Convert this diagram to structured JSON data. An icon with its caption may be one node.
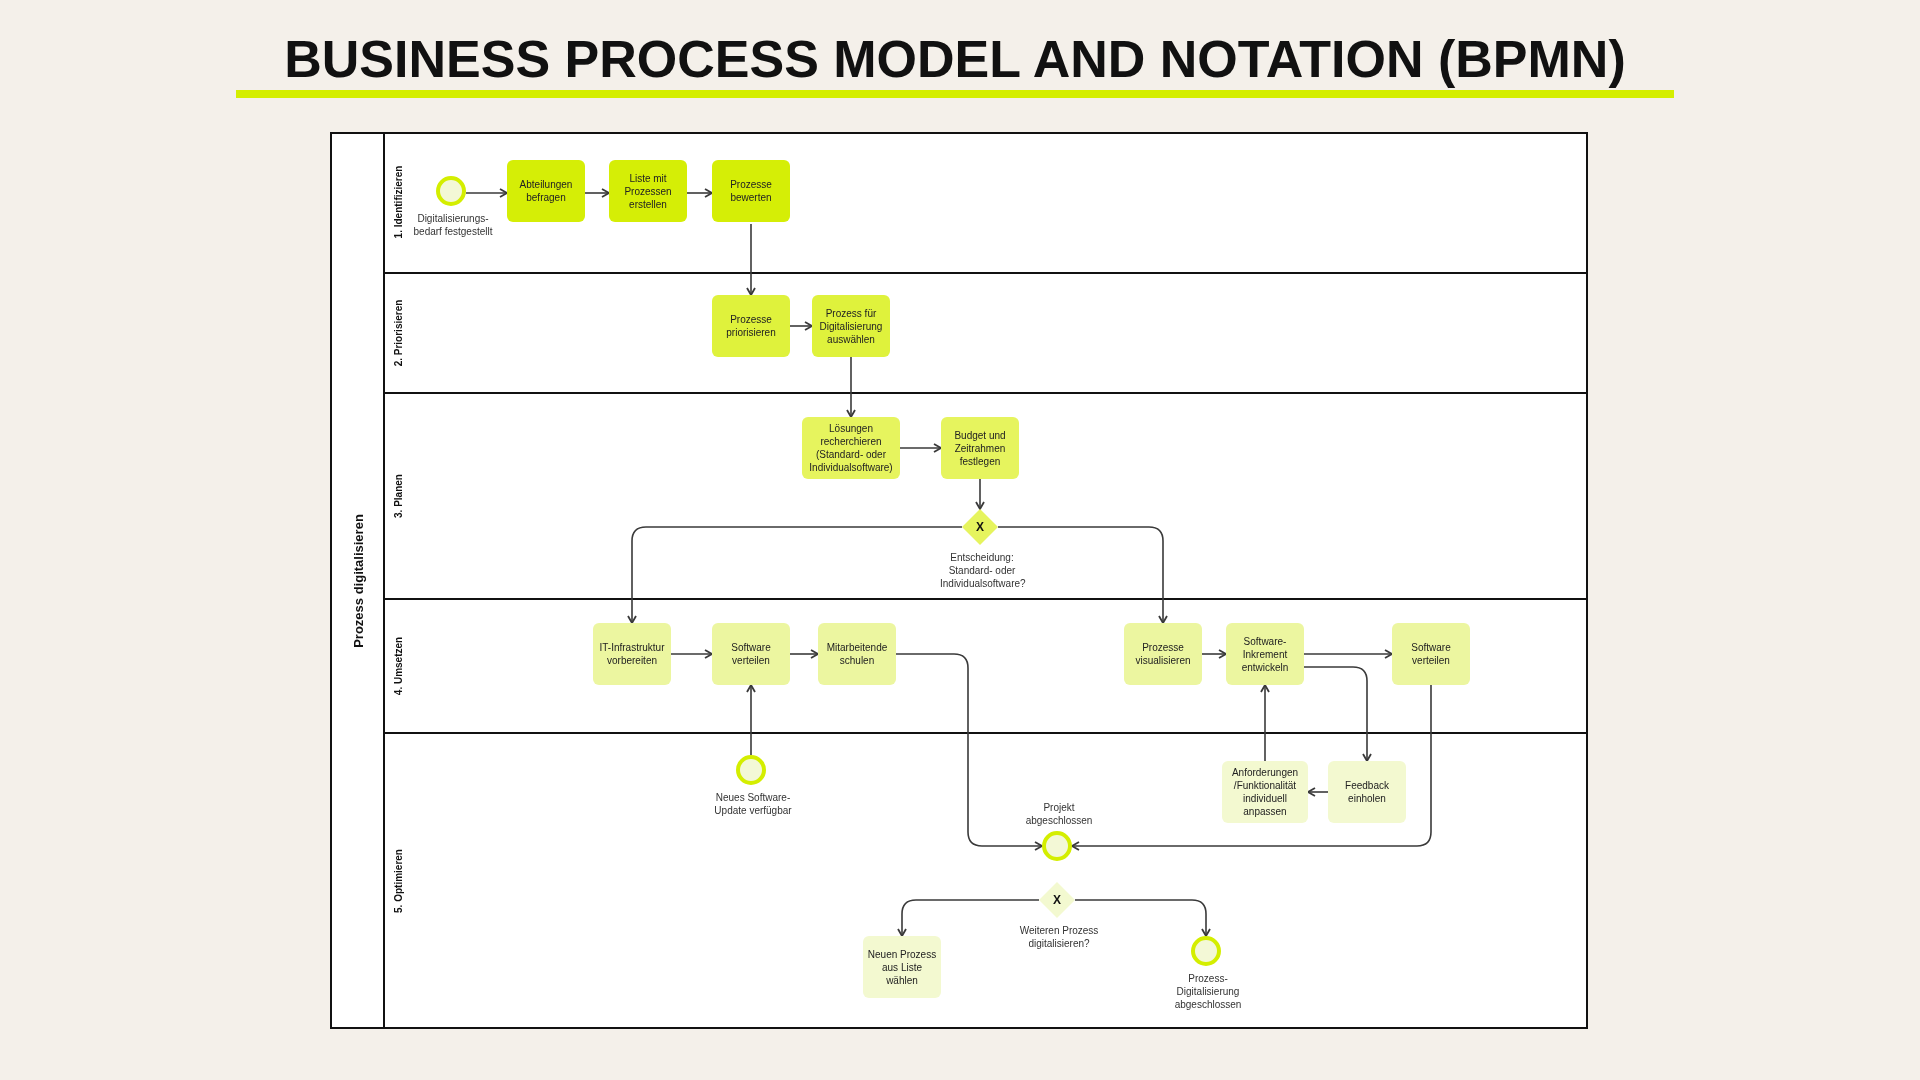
{
  "diagram": {
    "title": "BUSINESS PROCESS MODEL AND NOTATION (BPMN)",
    "nodes": [
      {
        "text": [
          "Prozess digitalisieren"
        ]
      },
      {
        "text": [
          "1. Identifizieren"
        ],
        "in": 0
      },
      {
        "text": [
          "2. Priorisieren"
        ],
        "in": 0
      },
      {
        "text": [
          "3. Planen"
        ],
        "in": 0
      },
      {
        "text": [
          "4. Umsetzen"
        ],
        "in": 0
      },
      {
        "text": [
          "5. Optimieren"
        ],
        "in": 0
      },
      {
        "text": [],
        "shape": "circle",
        "beside": [
          "Digitalisierungs- bedarf festgestellt"
        ],
        "in": 1
      },
      {
        "text": [
          "Abteilungen befragen"
        ],
        "in": 1
      },
      {
        "text": [
          "Liste mit Prozessen erstellen"
        ],
        "in": 1
      },
      {
        "text": [
          "Prozesse bewerten"
        ],
        "in": 1
      },
      {
        "text": [
          "Prozesse priorisieren"
        ],
        "in": 2
      },
      {
        "text": [
          "Prozess für Digitalisierung auswählen"
        ],
        "in": 2
      },
      {
        "text": [
          "Lösungen recherchieren (Standard- oder Individualsoftware)"
        ],
        "in": 3
      },
      {
        "text": [
          "Budget und Zeitrahmen festlegen"
        ],
        "in": 3
      },
      {
        "text": [
          "X"
        ],
        "beside": [
          "Entscheidung: Standard- oder Individualsoftware?"
        ],
        "in": 3
      },
      {
        "text": [
          "IT-Infrastruktur vorbereiten"
        ],
        "in": 4
      },
      {
        "text": [
          "Software verteilen"
        ],
        "in": 4
      },
      {
        "text": [
          "Mitarbeitende schulen"
        ],
        "in": 4
      },
      {
        "text": [
          "Prozesse visualisieren"
        ],
        "in": 4
      },
      {
        "text": [
          "Software- Inkrement entwickeln"
        ],
        "in": 4
      },
      {
        "text": [
          "Software verteilen"
        ],
        "in": 4
      },
      {
        "text": [],
        "shape": "circle",
        "beside": [
          "Neues Software- Update verfügbar"
        ],
        "in": 5
      },
      {
        "text": [
          "Anforderungen /Funktionalität individuell anpassen"
        ],
        "in": 5
      },
      {
        "text": [
          "Feedback einholen"
        ],
        "in": 5
      },
      {
        "text": [],
        "shape": "circle",
        "beside": [
          "Projekt abgeschlossen"
        ],
        "in": 5
      },
      {
        "text": [
          "X"
        ],
        "beside": [
          "Weiteren Prozess digitalisieren?"
        ],
        "in": 5
      },
      {
        "text": [
          "Neuen Prozess aus Liste wählen"
        ],
        "in": 5
      },
      {
        "text": [],
        "shape": "circle",
        "beside": [
          "Prozess- Digitalisierung abgeschlossen"
        ],
        "in": 5
      }
    ],
    "edges": [
      {
        "from": 6,
        "to": 7,
        "arrow": "to"
      },
      {
        "from": 7,
        "to": 8,
        "arrow": "to"
      },
      {
        "from": 8,
        "to": 9,
        "arrow": "to"
      },
      {
        "from": 9,
        "to": 10,
        "arrow": "to"
      },
      {
        "from": 10,
        "to": 11,
        "arrow": "to"
      },
      {
        "from": 11,
        "to": 12,
        "arrow": "to"
      },
      {
        "from": 12,
        "to": 13,
        "arrow": "to"
      },
      {
        "from": 13,
        "to": 14,
        "arrow": "to"
      },
      {
        "from": 14,
        "to": 15,
        "arrow": "to"
      },
      {
        "from": 14,
        "to": 18,
        "arrow": "to"
      },
      {
        "from": 15,
        "to": 16,
        "arrow": "to"
      },
      {
        "from": 16,
        "to": 17,
        "arrow": "to"
      },
      {
        "from": 17,
        "to": 24,
        "arrow": "to"
      },
      {
        "from": 18,
        "to": 19,
        "arrow": "to"
      },
      {
        "from": 19,
        "to": 20,
        "arrow": "to"
      },
      {
        "from": 19,
        "to": 23,
        "arrow": "to"
      },
      {
        "from": 23,
        "to": 22,
        "arrow": "to"
      },
      {
        "from": 22,
        "to": 19,
        "arrow": "to"
      },
      {
        "from": 20,
        "to": 24,
        "arrow": "to"
      },
      {
        "from": 21,
        "to": 16,
        "arrow": "to"
      },
      {
        "from": 25,
        "to": 26,
        "arrow": "to"
      },
      {
        "from": 25,
        "to": 27,
        "arrow": "to"
      }
    ]
  }
}
